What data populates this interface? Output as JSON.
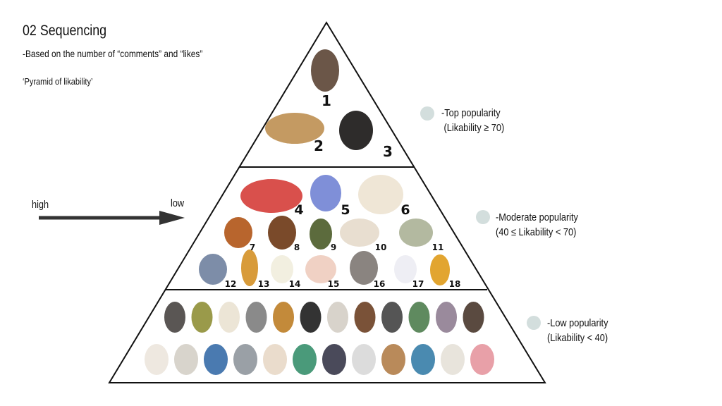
{
  "header": {
    "title": "02 Sequencing",
    "subtitle": "-Based on the number of “comments” and “likes”",
    "diagram_name": "‘Pyramid of likability’"
  },
  "arrow": {
    "start_label": "high",
    "end_label": "low"
  },
  "tiers": [
    {
      "name": "-Top popularity",
      "range": "(Likability ≥ 70)",
      "ranks": [
        "1",
        "2",
        "3"
      ]
    },
    {
      "name": "-Moderate popularity",
      "range": "(40 ≤ Likability < 70)",
      "ranks": [
        "4",
        "5",
        "6",
        "7",
        "8",
        "9",
        "10",
        "11",
        "12",
        "13",
        "14",
        "15",
        "16",
        "17",
        "18"
      ]
    },
    {
      "name": "-Low popularity",
      "range": "(Likability < 40)",
      "ranks": []
    }
  ],
  "colors": {
    "legend_dot": "#d3dedd",
    "line": "#111111"
  }
}
